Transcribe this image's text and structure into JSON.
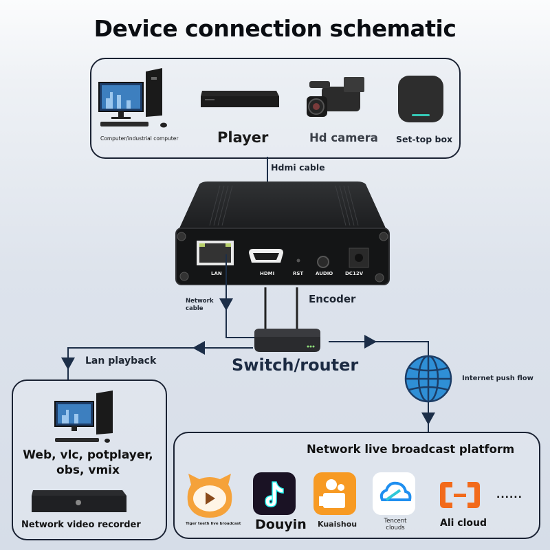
{
  "title": "Device connection schematic",
  "sources": {
    "computer_label": "Computer/industrial computer",
    "player_label": "Player",
    "camera_label": "Hd camera",
    "settop_label": "Set-top box"
  },
  "cables": {
    "hdmi": "Hdmi cable",
    "network": "Network cable"
  },
  "encoder": {
    "label": "Encoder",
    "ports": [
      "LAN",
      "HDMI",
      "RST",
      "AUDIO",
      "DC12V"
    ]
  },
  "router": {
    "label": "Switch/router"
  },
  "lan_playback": {
    "label": "Lan playback",
    "software": "Web, vlc, potplayer, obs, vmix",
    "nvr_label": "Network video recorder"
  },
  "internet": {
    "label": "Internet push flow"
  },
  "platforms": {
    "title": "Network live broadcast platform",
    "items": [
      {
        "name": "Tiger teeth live broadcast",
        "icon": "huya-tiger-icon",
        "color": "#f5a23a"
      },
      {
        "name": "Douyin",
        "icon": "douyin-note-icon",
        "color": "#1a1224"
      },
      {
        "name": "Kuaishou",
        "icon": "kuaishou-camera-icon",
        "color": "#f79a23"
      },
      {
        "name": "Tencent clouds",
        "icon": "tencent-cloud-icon",
        "color": "#1f8ff0"
      },
      {
        "name": "Ali cloud",
        "icon": "aliyun-bracket-icon",
        "color": "#f26a1b"
      }
    ],
    "more": "......"
  }
}
